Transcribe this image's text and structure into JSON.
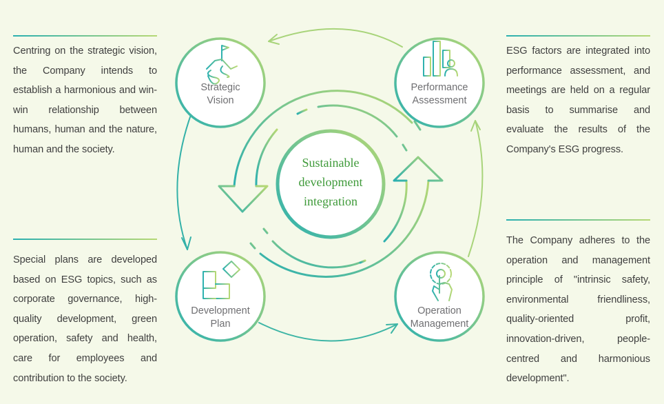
{
  "center_label": [
    "Sustainable",
    "development",
    "integration"
  ],
  "nodes": {
    "strategic_vision": [
      "Strategic",
      "Vision"
    ],
    "performance_assessment": [
      "Performance",
      "Assessment"
    ],
    "development_plan": [
      "Development",
      "Plan"
    ],
    "operation_management": [
      "Operation",
      "Management"
    ]
  },
  "descriptions": {
    "strategic_vision": "Centring on the strategic vision, the Company intends to establish a harmonious and win-win relationship between humans, human and the nature, human and the society.",
    "performance_assessment": "ESG factors are integrated into performance assessment, and meetings are held on a regular basis to summarise and evaluate the results of the Company's ESG progress.",
    "development_plan": "Special plans are developed based on ESG topics, such as corporate governance, high-quality development, green operation, safety and health, care for employees and contribution to the society.",
    "operation_management": "The Company adheres to the operation and management principle of \"intrinsic safety, environmental friendliness, quality-oriented profit, innovation-driven, people-centred and harmonious development\"."
  },
  "colors": {
    "teal": "#2bb0b0",
    "green": "#b6d874",
    "background": "#f5f9e9",
    "center_text": "#3f9a3a"
  }
}
